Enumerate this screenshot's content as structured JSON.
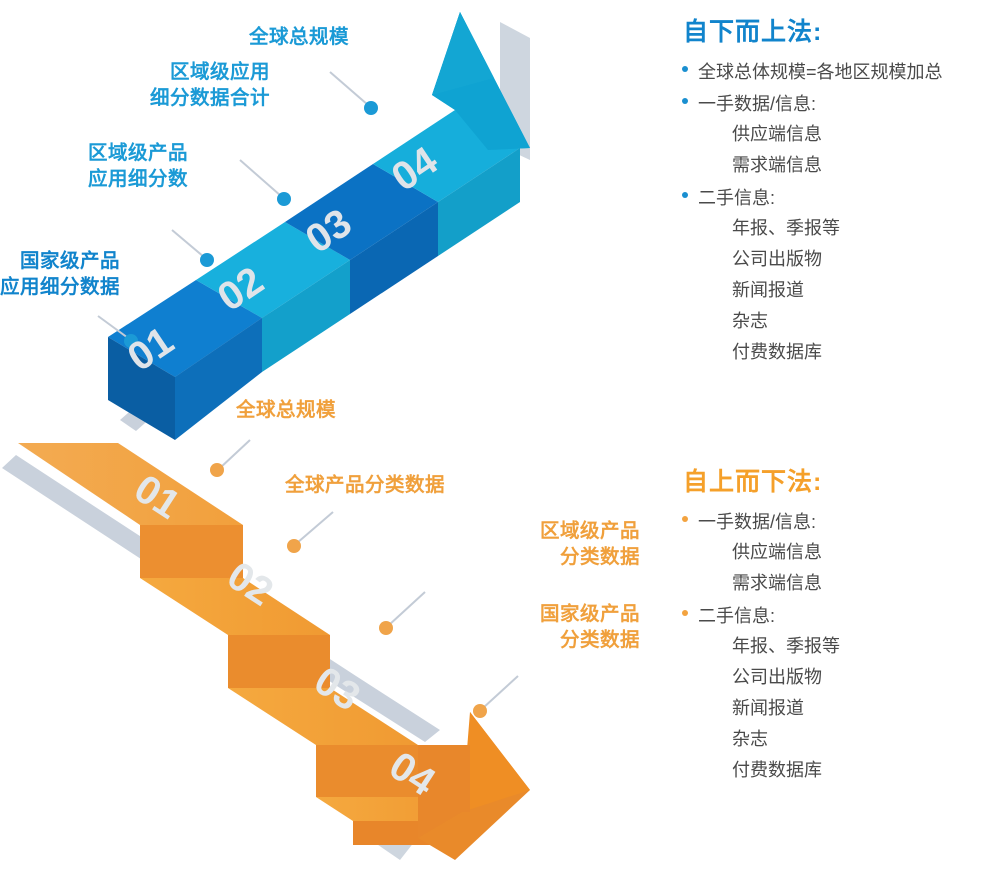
{
  "diagram": {
    "bottom_up": {
      "steps": [
        {
          "number": "01",
          "label": "国家级产品\n应用细分数据",
          "color": "#0f7fd0"
        },
        {
          "number": "02",
          "label": "区域级产品\n应用细分数",
          "color": "#18b0dd"
        },
        {
          "number": "03",
          "label": "区域级应用\n细分数据合计",
          "color": "#0b72c4"
        },
        {
          "number": "04",
          "label": "全球总规模",
          "color": "#16aedb"
        }
      ],
      "arrow_direction": "up-right",
      "accent": "#1b9ad6"
    },
    "top_down": {
      "steps": [
        {
          "number": "01",
          "label": "全球总规模",
          "color": "#f2a449"
        },
        {
          "number": "02",
          "label": "全球产品分类数据",
          "color": "#f5a63f"
        },
        {
          "number": "03",
          "label": "区域级产品\n分类数据",
          "color": "#f5a63f"
        },
        {
          "number": "04",
          "label": "国家级产品\n分类数据",
          "color": "#f5a63f"
        }
      ],
      "arrow_direction": "down-right",
      "accent": "#f0a03c"
    }
  },
  "panels": [
    {
      "title": "自下而上法:",
      "accent": "#1184cc",
      "bullets": [
        {
          "text": "全球总体规模=各地区规模加总",
          "sub": []
        },
        {
          "text": "一手数据/信息:",
          "sub": [
            "供应端信息",
            "需求端信息"
          ]
        },
        {
          "text": "二手信息:",
          "sub": [
            "年报、季报等",
            "公司出版物",
            "新闻报道",
            "杂志",
            "付费数据库"
          ]
        }
      ]
    },
    {
      "title": "自上而下法:",
      "accent": "#f5a02a",
      "bullets": [
        {
          "text": "一手数据/信息:",
          "sub": [
            "供应端信息",
            "需求端信息"
          ]
        },
        {
          "text": "二手信息:",
          "sub": [
            "年报、季报等",
            "公司出版物",
            "新闻报道",
            "杂志",
            "付费数据库"
          ]
        }
      ]
    }
  ]
}
